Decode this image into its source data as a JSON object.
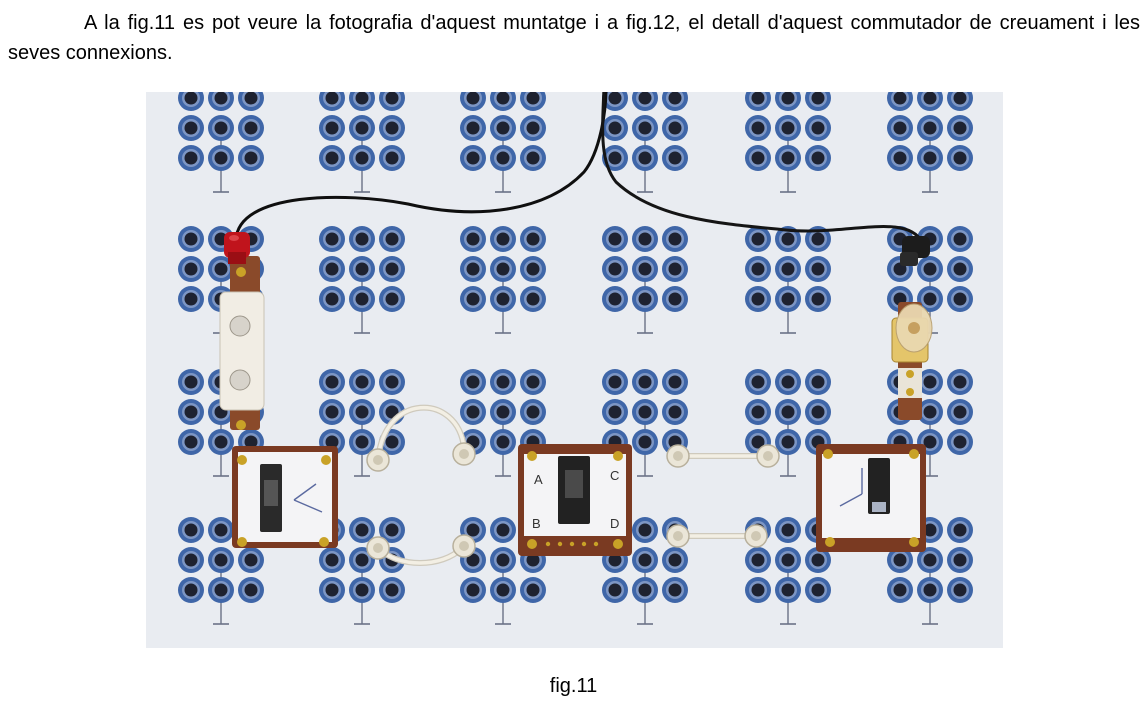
{
  "document": {
    "paragraph": "A la fig.11 es pot veure la fotografia d'aquest muntatge i a fig.12, el detall d'aquest commutador de creuament i les seves connexions.",
    "caption": "fig.11"
  },
  "photo": {
    "board_color": "#e9ecf1",
    "socket_ring_color": "#3f66a8",
    "module_border_color": "#7a3a22",
    "wire_dark_color": "#1a1a1a",
    "wire_light_color": "#eeeae0",
    "plug_red_color": "#c0141c",
    "connector_gold_color": "#c9a227",
    "middle_switch_labels": [
      "A",
      "C",
      "B",
      "D"
    ]
  }
}
